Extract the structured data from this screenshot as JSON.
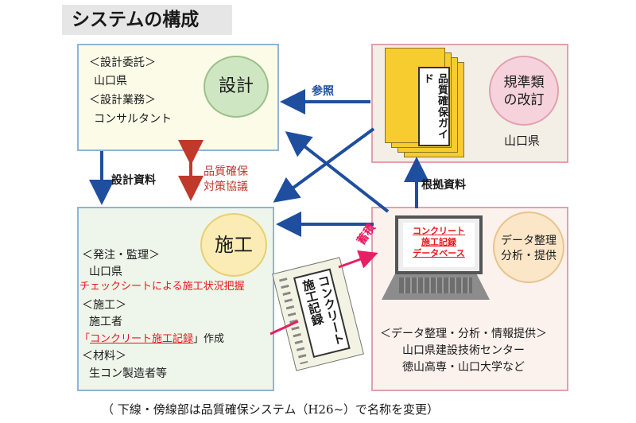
{
  "title": "システムの構成",
  "design_box": {
    "lines": [
      "＜設計委託＞",
      "山口県",
      "＜設計業務＞",
      "コンサルタント"
    ],
    "circle": "設計"
  },
  "rules_box": {
    "circle_line1": "規準類",
    "circle_line2": "の改訂",
    "guide_label": "品質確保ガイド",
    "owner": "山口県"
  },
  "construction_box": {
    "circle": "施工",
    "line1": "＜発注・監理＞",
    "line2": "山口県",
    "line3": "チェックシートによる施工状況把握",
    "line4": "＜施工＞",
    "line5": "施工者",
    "line6_part1": "「",
    "line6_part2": "コンクリート施工記録",
    "line6_part3": "」作成",
    "line7": "＜材料＞",
    "line8": "生コン製造者等"
  },
  "data_box": {
    "circle_line1": "データ整理",
    "circle_line2": "分析・提供",
    "screen_line1": "コンクリート",
    "screen_line2": "施工記録",
    "screen_line3": "データベース",
    "line1": "＜データ整理・分析・情報提供＞",
    "line2": "山口県建設技術センター",
    "line3": "徳山高専・山口大学など"
  },
  "record_card_label": "コンクリート施工記録",
  "arrows": {
    "reference": "参照",
    "design_docs": "設計資料",
    "quality_line1": "品質確保",
    "quality_line2": "対策協議",
    "evidence_docs": "根拠資料",
    "accumulate": "蓄積"
  },
  "caption": "（ 下線・傍線部は品質確保システム（H26~）で名称を変更）",
  "colors": {
    "arrow_blue": "#1f4e9e",
    "arrow_red": "#c0392b",
    "accent_pink": "#e91e63",
    "highlight_red": "#e8161b"
  }
}
